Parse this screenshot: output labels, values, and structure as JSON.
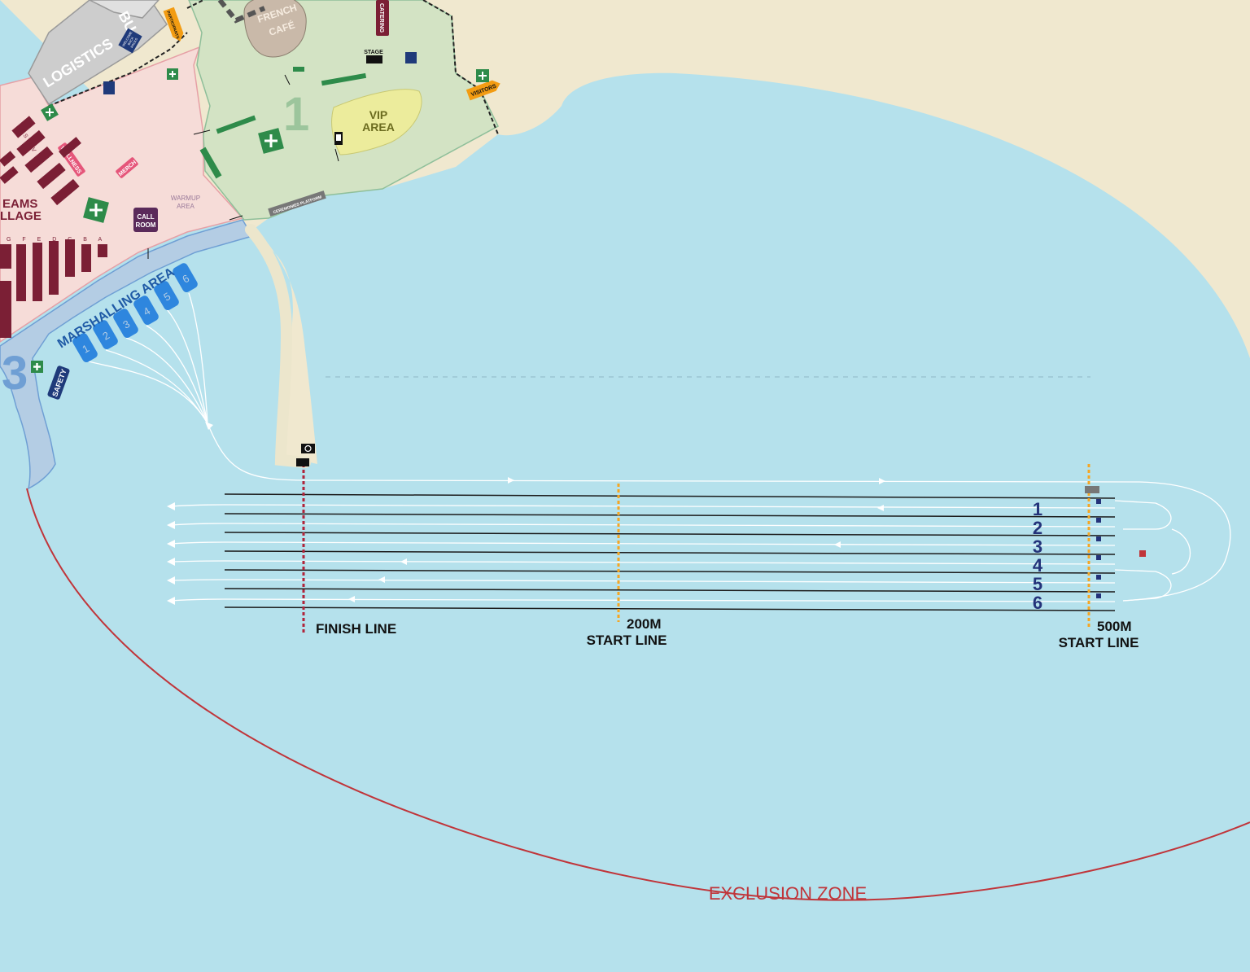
{
  "colors": {
    "water": "#b5e1ec",
    "sand": "#f0e8cf",
    "teams_zone": "#f6dcd8",
    "green_zone": "#d3e3c4",
    "logistics": "#cdcdcd",
    "vip": "#ecec9c",
    "marshalling": "#b4cde4",
    "pontoon": "#2e86de",
    "exclusion": "#c0353a",
    "start_line": "#f5a623",
    "finish_line": "#b0243a",
    "lane_number": "#24337a",
    "maroon": "#7b1f35"
  },
  "zones": {
    "logistics": "LOGISTICS",
    "bus": "BU",
    "french_cafe_line1": "FRENCH",
    "french_cafe_line2": "CAFÉ",
    "vip_line1": "VIP",
    "vip_line2": "AREA",
    "zone_number": "1",
    "teams_line1": "EAMS",
    "teams_line2": "LLAGE",
    "warmup_line1": "WARMUP",
    "warmup_line2": "AREA",
    "marshalling": "MARSHALLING AREA",
    "zone3_number": "3"
  },
  "labels": {
    "wellness": "WELLNESS",
    "merch": "MERCH",
    "call_room_line1": "CALL",
    "call_room_line2": "ROOM",
    "catering": "CATERING",
    "stage": "STAGE",
    "visitors": "VISITORS",
    "participants": "PARTICIPANTS",
    "ceremonies_platform": "CEREMONIES PLATFORM",
    "safety": "SAFETY",
    "welcome_line1": "WELCOME",
    "welcome_line2": "BACK",
    "welcome_line3": "PACKS",
    "row_letters_top": "R S T U V",
    "row_letters_bottom": "G F E D C B A"
  },
  "pontoons": [
    "1",
    "2",
    "3",
    "4",
    "5",
    "6"
  ],
  "course": {
    "lanes": [
      "1",
      "2",
      "3",
      "4",
      "5",
      "6"
    ],
    "finish_line": "FINISH LINE",
    "start_200_line1": "200M",
    "start_200_line2": "START LINE",
    "start_500_line1": "500M",
    "start_500_line2": "START LINE",
    "exclusion_zone": "EXCLUSION ZONE"
  },
  "icons": [
    "first-aid-icon",
    "toilets-icon",
    "stopwatch-icon",
    "stage-icon",
    "camera-icon",
    "direction-arrow-icon"
  ]
}
